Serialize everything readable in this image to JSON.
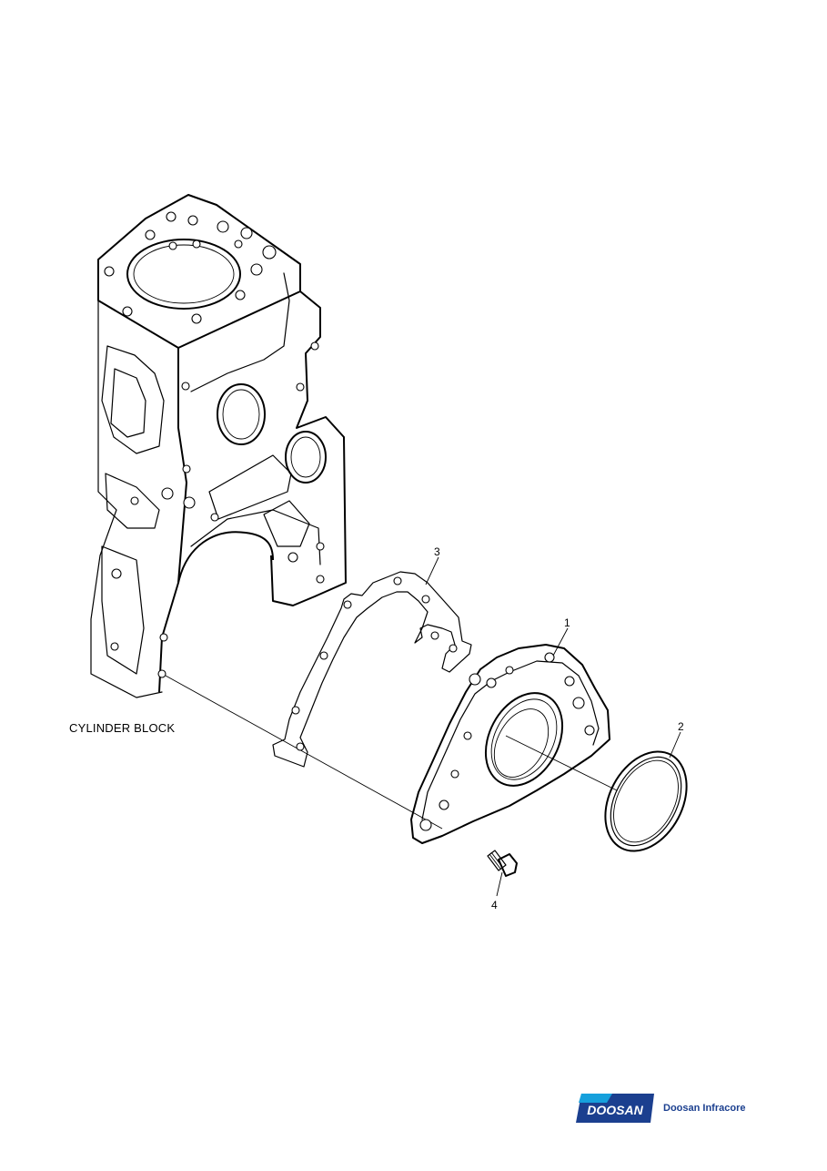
{
  "labels": {
    "cylinder_block": "CYLINDER BLOCK"
  },
  "callouts": [
    "1",
    "2",
    "3",
    "4"
  ],
  "logo": {
    "wordmark": "DOOSAN",
    "company": "Doosan Infracore",
    "colors": {
      "dark_blue": "#1b3f8f",
      "light_blue": "#16a0dc"
    }
  }
}
